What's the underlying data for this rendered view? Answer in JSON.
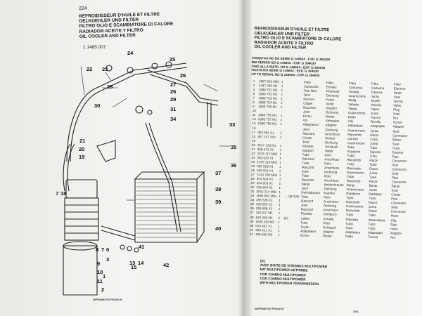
{
  "left": {
    "page_number": "224",
    "titles": [
      "REFROIDISSEUR D'HUILE ET FILTRE",
      "OELKUEHLER UND FILTER",
      "FILTRO OLIO E SCAMBIATORE DI CALORE",
      "RADIADOR ACEITE Y FILTRO",
      "OIL COOLER AND FILTER"
    ],
    "assembly_no": "1 1485 007",
    "footer": "IMPRIME EN FRANCE"
  },
  "callouts": [
    "24",
    "22",
    "23",
    "25",
    "26",
    "28",
    "27",
    "26",
    "29",
    "30",
    "31",
    "34",
    "33",
    "35",
    "36",
    "21",
    "20",
    "19",
    "37",
    "38",
    "39",
    "40",
    "17",
    "18",
    "8",
    "7",
    "6",
    "3",
    "9",
    "10",
    "11",
    "1",
    "2",
    "13",
    "14",
    "41",
    "15",
    "42"
  ],
  "right": {
    "titles": [
      "REFROIDISSEUR D'HUILE ET FILTRE",
      "OELKUEHLER UND FILTER",
      "FILTRO OLIO E SCAMBIATORE DI CALORE",
      "RADIADOR ACEITE Y FILTRO",
      "OIL COOLER AND FILTER"
    ],
    "serials": [
      "JUSQU'AU NO DE SERIE G 146604 - EXP. G 394030",
      "BIS SERIEN NO G 146604 - EXP. G 394030",
      "FINO ALLA MATR. NO G 146604 - EXP. G 394030",
      "HASTA NO SERIE G 146604 - EXP. G 394030",
      "UP TO SERIAL NO G 146604 - EXP. G 394030"
    ],
    "parts": [
      {
        "ref": "1",
        "no": "1887 562 M91",
        "qty": "1",
        "note": "",
        "fr": "Filtre",
        "de": "Filter",
        "it": "Filtro",
        "es": "Filtro",
        "en": "Filter"
      },
      {
        "ref": "2",
        "no": "1447 045 M1",
        "qty": "1",
        "note": "",
        "fr": "Cartouche",
        "de": "Einsatz",
        "it": "Cartuccia",
        "es": "Cartucho",
        "en": "Element"
      },
      {
        "ref": "3",
        "no": "1888 751 M1",
        "qty": "1",
        "note": "",
        "fr": "Tete filtre",
        "de": "Filterkopf",
        "it": "Testata",
        "es": "Cabeza",
        "en": "Head"
      },
      {
        "ref": "6",
        "no": "1888 752 M1",
        "qty": "1",
        "note": "",
        "fr": "Joint",
        "de": "Dichtung",
        "it": "Guarnizione",
        "es": "Junta",
        "en": "Seal"
      },
      {
        "ref": "7",
        "no": "1888 753 M1",
        "qty": "1",
        "note": "",
        "fr": "Ressort",
        "de": "Feder",
        "it": "Molla",
        "es": "Muelle",
        "en": "Spring"
      },
      {
        "ref": "8",
        "no": "1888 754 M1",
        "qty": "1",
        "note": "",
        "fr": "Clapet",
        "de": "Ventil",
        "it": "Valvola",
        "es": "Valvula",
        "en": "Valve"
      },
      {
        "ref": "9",
        "no": "1888 755 M1",
        "qty": "1",
        "note": "",
        "fr": "Bouchon",
        "de": "Stopfen",
        "it": "Tappo",
        "es": "Tapon",
        "en": "Plug"
      },
      {
        "ref": "10",
        "no": "",
        "qty": "",
        "note": "",
        "fr": "Joint",
        "de": "Dichtung",
        "it": "Guarnizione",
        "es": "Junta",
        "en": "Seal"
      },
      {
        "ref": "11",
        "no": "1888 756 M1",
        "qty": "1",
        "note": "",
        "fr": "Ecrou",
        "de": "Mutter",
        "it": "Dado",
        "es": "Tuerca",
        "en": "Nut"
      },
      {
        "ref": "13",
        "no": "1888 757 M1",
        "qty": "1",
        "note": "",
        "fr": "Vis",
        "de": "Schraube",
        "it": "Vite",
        "es": "Tornillo",
        "en": "Screw"
      },
      {
        "ref": "14",
        "no": "1888 758 M1",
        "qty": "1",
        "note": "",
        "fr": "Adaptateur",
        "de": "Adapter",
        "it": "Adattatore",
        "es": "Adaptador",
        "en": "Adaptor"
      },
      {
        "ref": "15",
        "no": "",
        "qty": "",
        "note": "",
        "fr": "Joint",
        "de": "Dichtung",
        "it": "Guarnizione",
        "es": "Junta",
        "en": "Seal"
      },
      {
        "ref": "17",
        "no": "353 681 X1",
        "qty": "1",
        "note": "",
        "fr": "Raccord",
        "de": "Anschluss",
        "it": "Raccordo",
        "es": "Racor",
        "en": "Connector"
      },
      {
        "ref": "18",
        "no": "357 167 X91",
        "qty": "1",
        "note": "",
        "fr": "Coude",
        "de": "Winkel",
        "it": "Gomito",
        "es": "Codo",
        "en": "Elbow"
      },
      {
        "ref": "19",
        "no": "",
        "qty": "",
        "note": "",
        "fr": "Joint",
        "de": "Dichtung",
        "it": "Guarnizione",
        "es": "Junta",
        "en": "Seal"
      },
      {
        "ref": "20",
        "no": "1617 133 M1",
        "qty": "1",
        "note": "",
        "fr": "Flexible",
        "de": "Schlauch",
        "it": "Tubo",
        "es": "Tubo",
        "en": "Hose"
      },
      {
        "ref": "21",
        "no": "339 673 X1",
        "qty": "1",
        "note": "",
        "fr": "Support",
        "de": "Halter",
        "it": "Supporto",
        "es": "Soporte",
        "en": "Bracket"
      },
      {
        "ref": "22",
        "no": "1675 117 M91",
        "qty": "1",
        "note": "",
        "fr": "Tube",
        "de": "Rohr",
        "it": "Tubo",
        "es": "Tubo",
        "en": "Pipe"
      },
      {
        "ref": "23",
        "no": "353 620 X1",
        "qty": "1",
        "note": "",
        "fr": "Raccord",
        "de": "Anschluss",
        "it": "Raccordo",
        "es": "Racor",
        "en": "Connector"
      },
      {
        "ref": "24",
        "no": "1675 116 M91",
        "qty": "1",
        "note": "",
        "fr": "Tube",
        "de": "Rohr",
        "it": "Tubo",
        "es": "Tubo",
        "en": "Pipe"
      },
      {
        "ref": "25",
        "no": "355 528 X1",
        "qty": "1",
        "note": "",
        "fr": "Raccord",
        "de": "Anschluss",
        "it": "Raccordo",
        "es": "Racor",
        "en": "Connector"
      },
      {
        "ref": "26",
        "no": "339 501 X1",
        "qty": "2",
        "note": "",
        "fr": "Joint",
        "de": "Dichtung",
        "it": "Guarnizione",
        "es": "Junta",
        "en": "Seal"
      },
      {
        "ref": "27",
        "no": "1613 789 M91",
        "qty": "1",
        "note": "",
        "fr": "Tube",
        "de": "Rohr",
        "it": "Tubo",
        "es": "Tubo",
        "en": "Pipe"
      },
      {
        "ref": "28",
        "no": "353 524 X1",
        "qty": "1",
        "note": "",
        "fr": "Raccord",
        "de": "Anschluss",
        "it": "Raccordo",
        "es": "Racor",
        "en": "Connector"
      },
      {
        "ref": "29",
        "no": "354 803 X1",
        "qty": "1",
        "note": "",
        "fr": "Banjo",
        "de": "Hohlschraube",
        "it": "Banjo",
        "es": "Banjo",
        "en": "Banjo"
      },
      {
        "ref": "30",
        "no": "339 604 X1",
        "qty": "1",
        "note": "",
        "fr": "Joint",
        "de": "Dichtung",
        "it": "Guarnizione",
        "es": "Junta",
        "en": "Seal"
      },
      {
        "ref": "31",
        "no": "3002 014 M91",
        "qty": "1",
        "note": "",
        "fr": "Refroidisseur",
        "de": "Kuehler",
        "it": "Radiatore",
        "es": "Radiador",
        "en": "Cooler"
      },
      {
        "ref": "33",
        "no": "1686 852 M91",
        "qty": "1",
        "note": "→ 297640",
        "fr": "Tube",
        "de": "Rohr",
        "it": "Tubo",
        "es": "Tubo",
        "en": "Pipe"
      },
      {
        "ref": "34",
        "no": "355 528 X1",
        "qty": "1",
        "note": "",
        "fr": "Raccord",
        "de": "Anschluss",
        "it": "Raccordo",
        "es": "Racor",
        "en": "Connector"
      },
      {
        "ref": "35",
        "no": "339 502 X1",
        "qty": "1",
        "note": "",
        "fr": "Joint",
        "de": "Dichtung",
        "it": "Guarnizione",
        "es": "Junta",
        "en": "Seal"
      },
      {
        "ref": "36",
        "no": "353 689 X1",
        "qty": "1",
        "note": "",
        "fr": "Raccord",
        "de": "Anschluss",
        "it": "Raccordo",
        "es": "Racor",
        "en": "Connector"
      },
      {
        "ref": "37",
        "no": "316 037 M1",
        "qty": "1",
        "note": "",
        "fr": "Flexible",
        "de": "Schlauch",
        "it": "Tubo",
        "es": "Tubo",
        "en": "Hose"
      },
      {
        "ref": "38",
        "no": "515 039 M1",
        "qty": "2",
        "note": "(A)",
        "fr": "Collier",
        "de": "Schelle",
        "it": "Fascetta",
        "es": "Abrazadera",
        "en": "Clip"
      },
      {
        "ref": "39",
        "no": "1606 283 M1",
        "qty": "1",
        "note": "",
        "fr": "Tube",
        "de": "Rohr",
        "it": "Tubo",
        "es": "Tubo",
        "en": "Pipe"
      },
      {
        "ref": "40",
        "no": "516 401 X1",
        "qty": "1",
        "note": "",
        "fr": "Tuyau",
        "de": "Schlauch",
        "it": "Tubo",
        "es": "Tubo",
        "en": "Hose"
      },
      {
        "ref": "41",
        "no": "308 621 X1",
        "qty": "1",
        "note": "",
        "fr": "Adaptateur",
        "de": "Adapter",
        "it": "Adattatore",
        "es": "Adaptador",
        "en": "Adaptor"
      },
      {
        "ref": "42",
        "no": "186 860 M1",
        "qty": "1",
        "note": "",
        "fr": "Ecrou",
        "de": "Mutter",
        "it": "Dado",
        "es": "Tuerca",
        "en": "Nut"
      }
    ],
    "footnotes": [
      "(A)",
      "AVEC BOITE DE VITESSES MULTIPOWER",
      "MIT MULTIPOWER GETRIEBE",
      "CON CAMBIO MULTIPOWER",
      "CON CAMBIO MULTIPOWER",
      "WITH MULTIPOWER TRANSMISSION"
    ],
    "footer": "IMPRIME EN FRANCE",
    "page_code": "3/81"
  }
}
